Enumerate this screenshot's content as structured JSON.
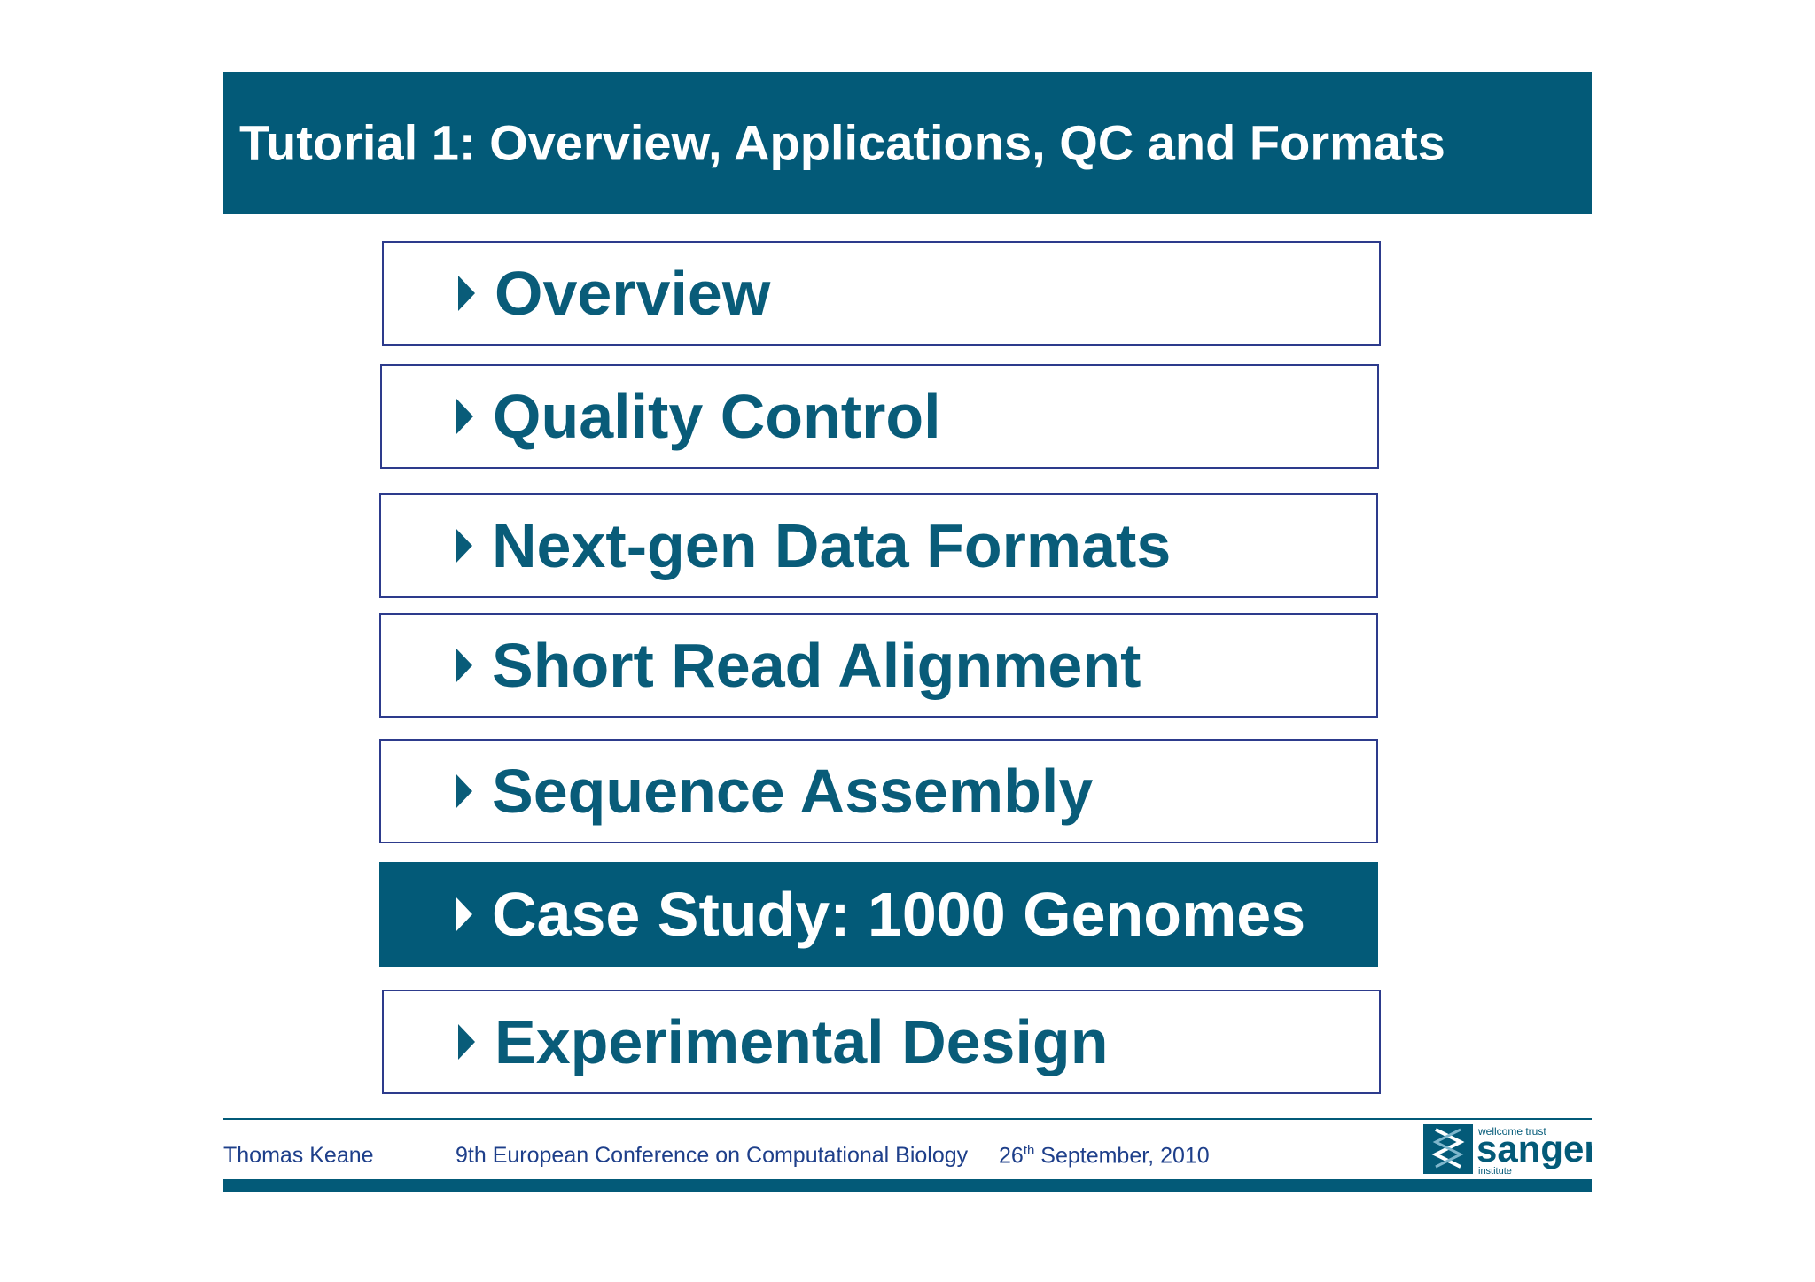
{
  "slide": {
    "title": "Tutorial 1: Overview, Applications, QC and Formats",
    "agenda": [
      {
        "label": "Overview",
        "active": false
      },
      {
        "label": "Quality Control",
        "active": false
      },
      {
        "label": "Next-gen Data Formats",
        "active": false
      },
      {
        "label": "Short Read Alignment",
        "active": false
      },
      {
        "label": "Sequence Assembly",
        "active": false
      },
      {
        "label": "Case Study: 1000 Genomes",
        "active": true
      },
      {
        "label": "Experimental Design",
        "active": false
      }
    ]
  },
  "footer": {
    "author": "Thomas Keane",
    "conference": "9th European Conference on Computational Biology",
    "date_day": "26",
    "date_suffix": "th",
    "date_rest": " September, 2010"
  },
  "logo": {
    "top_text": "wellcome trust",
    "main_text": "sanger",
    "bottom_text": "institute"
  },
  "colors": {
    "brand": "#035a78",
    "border": "#2d3b8c"
  },
  "icons": {
    "bullet": "triangle-right-icon",
    "logo_mark": "dna-helix-icon"
  }
}
